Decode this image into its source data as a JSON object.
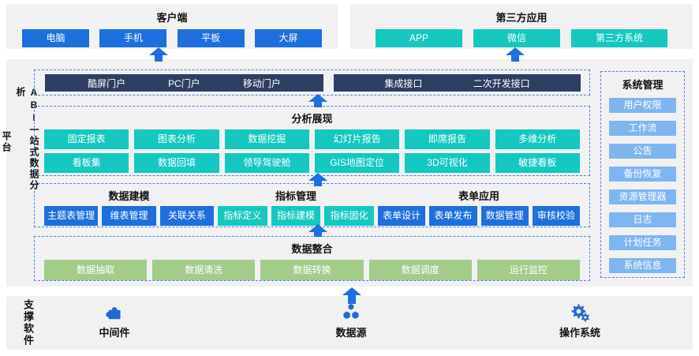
{
  "colors": {
    "accent_blue": "#1d6fdd",
    "teal": "#14c8c0",
    "navy_bar": "#2d3f61",
    "green": "#a3cc8b",
    "light_blue": "#7fb5f0",
    "panel_gray": "#f1f1f1",
    "dashed_border": "#4a83e6",
    "arrow_blue": "#1f6fe0"
  },
  "client": {
    "title": "客户端",
    "items": [
      "电脑",
      "手机",
      "平板",
      "大屏"
    ]
  },
  "third_party": {
    "title": "第三方应用",
    "items": [
      "APP",
      "微信",
      "第三方系统"
    ]
  },
  "platform": {
    "label_main": "ABI一站式数据分析",
    "label_wrap": "平台",
    "label_full": "ABI一站式数据分析平台",
    "portal": {
      "left_items": [
        "酷屏门户",
        "PC门户",
        "移动门户"
      ],
      "right_items": [
        "集成接口",
        "二次开发接口"
      ]
    },
    "analysis": {
      "title": "分析展现",
      "rows": [
        [
          "固定报表",
          "图表分析",
          "数据挖掘",
          "幻灯片报告",
          "即席报告",
          "多维分析"
        ],
        [
          "看板集",
          "数据回填",
          "领导驾驶舱",
          "GIS地图定位",
          "3D可视化",
          "敏捷看板"
        ]
      ]
    },
    "modeling_groups": [
      {
        "title": "数据建模",
        "items": [
          "主题表管理",
          "维表管理",
          "关联关系"
        ]
      },
      {
        "title": "指标管理",
        "items": [
          "指标定义",
          "指标建模",
          "指标固化"
        ]
      },
      {
        "title": "表单应用",
        "items": [
          "表单设计",
          "表单发布",
          "数据管理",
          "审核校验"
        ]
      }
    ],
    "integration": {
      "title": "数据整合",
      "items": [
        "数据抽取",
        "数据清洗",
        "数据转换",
        "数据调度",
        "运行监控"
      ]
    },
    "system": {
      "title": "系统管理",
      "items": [
        "用户权限",
        "工作流",
        "公告",
        "备份恢复",
        "资源管理器",
        "日志",
        "计划任务",
        "系统信息"
      ]
    }
  },
  "support": {
    "label": "支撑软件",
    "items": [
      {
        "name": "中间件",
        "icon": "puzzle-icon"
      },
      {
        "name": "数据源",
        "icon": "hexagons-icon"
      },
      {
        "name": "操作系统",
        "icon": "gears-icon"
      }
    ]
  }
}
